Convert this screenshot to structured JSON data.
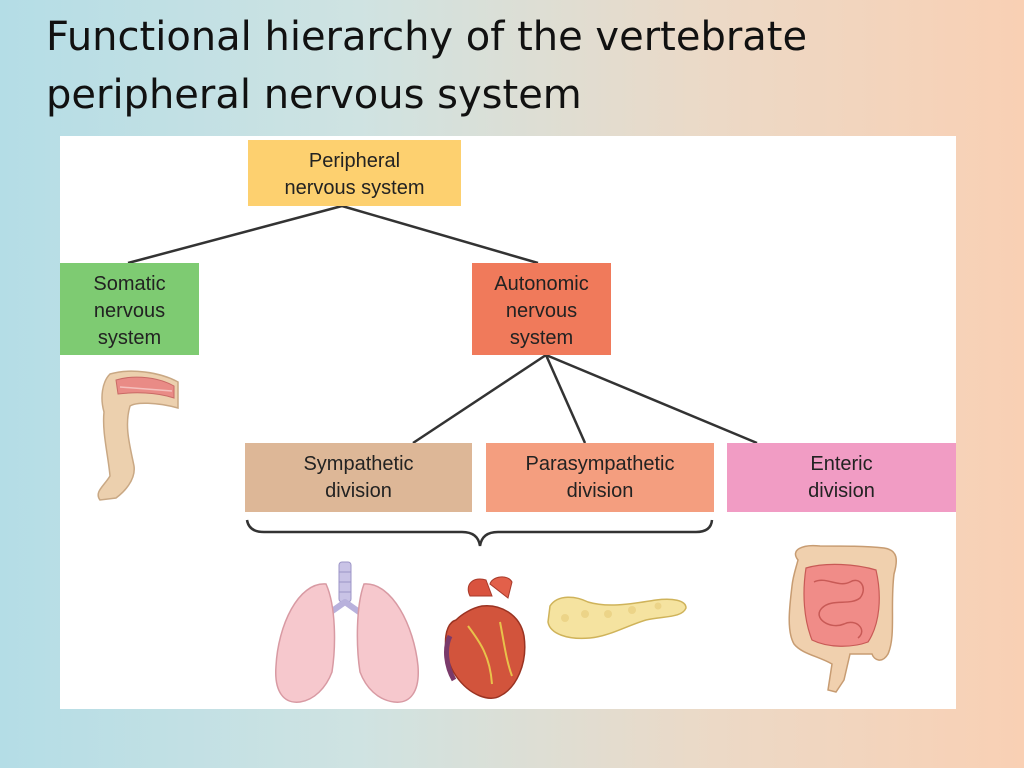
{
  "slide": {
    "title": "Functional hierarchy of the vertebrate peripheral nervous system"
  },
  "diagram": {
    "nodes": {
      "peripheral": "Peripheral\nnervous system",
      "somatic": "Somatic\nnervous\nsystem",
      "autonomic": "Autonomic\nnervous\nsystem",
      "sympathetic": "Sympathetic\ndivision",
      "parasympathetic": "Parasympathetic\ndivision",
      "enteric": "Enteric\ndivision"
    },
    "colors": {
      "peripheral": "#fdd06f",
      "somatic": "#7ecb72",
      "autonomic": "#f07a5b",
      "sympathetic": "#ddb797",
      "parasympathetic": "#f49e7f",
      "enteric": "#f19cc4"
    },
    "illustrations": [
      "leg-icon",
      "lungs-icon",
      "heart-icon",
      "pancreas-icon",
      "intestine-icon"
    ]
  }
}
